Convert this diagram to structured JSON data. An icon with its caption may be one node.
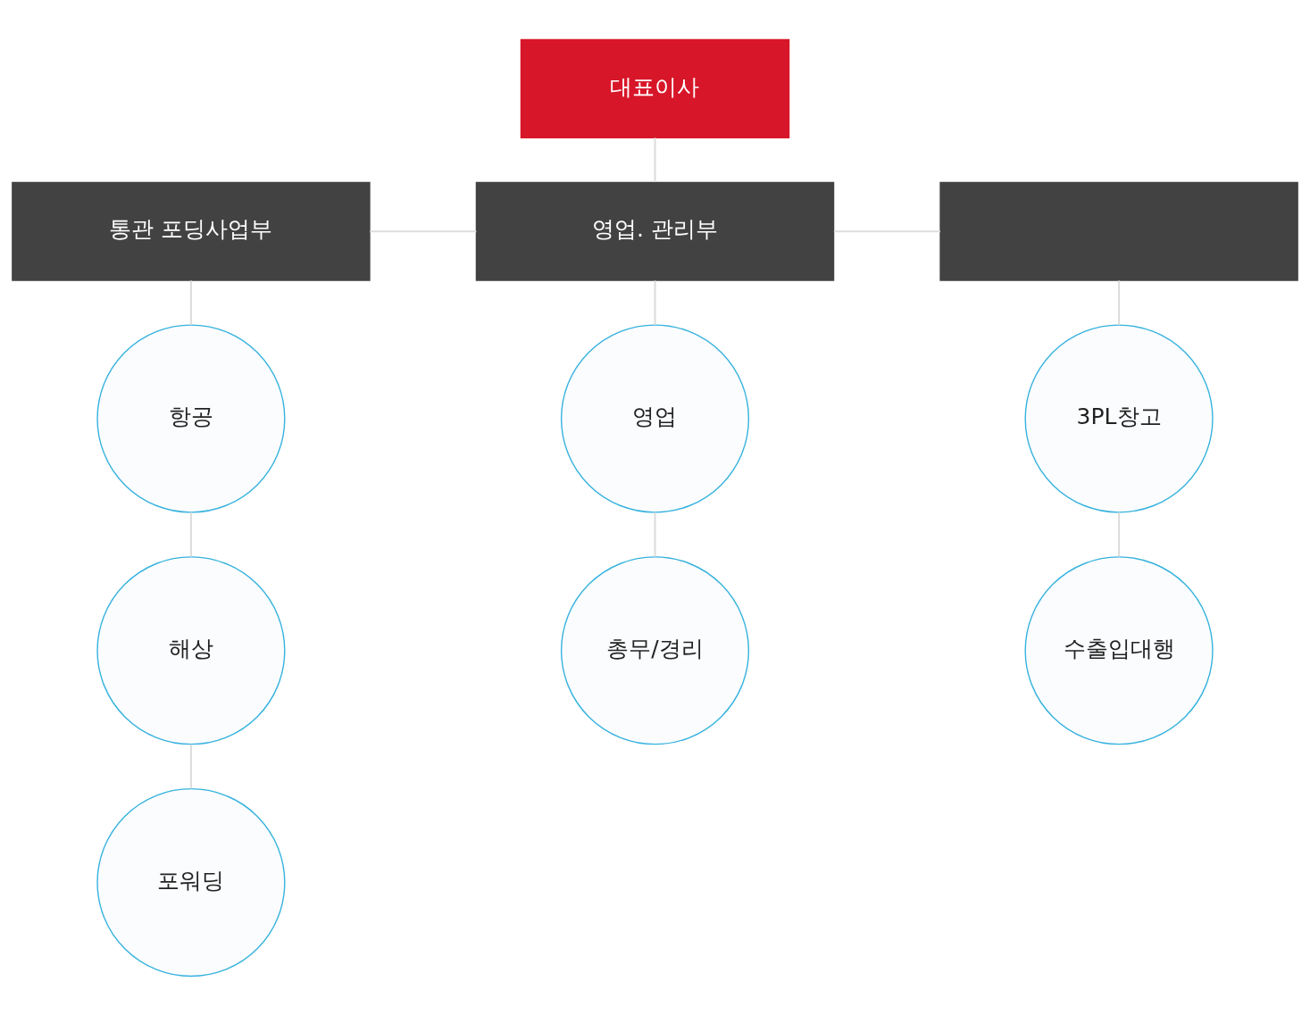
{
  "diagram": {
    "nodes": [
      {
        "text": [
          "대표이사"
        ]
      },
      {
        "text": [
          "통관 포딩사업부"
        ]
      },
      {
        "text": [
          "영업. 관리부"
        ]
      },
      {
        "text": [],
        "shape": "box"
      },
      {
        "text": [
          "항공"
        ]
      },
      {
        "text": [
          "해상"
        ]
      },
      {
        "text": [
          "포워딩"
        ]
      },
      {
        "text": [
          "영업"
        ]
      },
      {
        "text": [
          "총무/경리"
        ]
      },
      {
        "text": [
          "3PL창고"
        ]
      },
      {
        "text": [
          "수출입대행"
        ]
      }
    ],
    "edges": [
      {
        "from": 0,
        "to": 2,
        "arrow": "none"
      },
      {
        "from": 1,
        "to": 2,
        "arrow": "none"
      },
      {
        "from": 2,
        "to": 3,
        "arrow": "none"
      },
      {
        "from": 1,
        "to": 4,
        "arrow": "none"
      },
      {
        "from": 4,
        "to": 5,
        "arrow": "none"
      },
      {
        "from": 5,
        "to": 6,
        "arrow": "none"
      },
      {
        "from": 2,
        "to": 7,
        "arrow": "none"
      },
      {
        "from": 7,
        "to": 8,
        "arrow": "none"
      },
      {
        "from": 3,
        "to": 9,
        "arrow": "none"
      },
      {
        "from": 9,
        "to": 10,
        "arrow": "none"
      }
    ]
  }
}
